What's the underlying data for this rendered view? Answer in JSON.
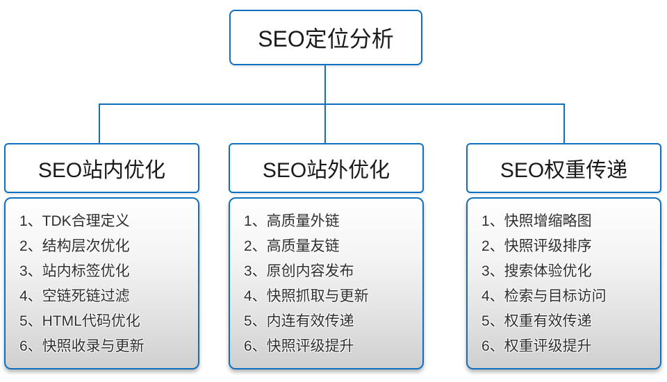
{
  "root": {
    "label": "SEO定位分析"
  },
  "columns": [
    {
      "title": "SEO站内优化",
      "items": [
        "1、TDK合理定义",
        "2、结构层次优化",
        "3、站内标签优化",
        "4、空链死链过滤",
        "5、HTML代码优化",
        "6、快照收录与更新"
      ]
    },
    {
      "title": "SEO站外优化",
      "items": [
        "1、高质量外链",
        "2、高质量友链",
        "3、原创内容发布",
        "4、快照抓取与更新",
        "5、内连有效传递",
        "6、快照评级提升"
      ]
    },
    {
      "title": "SEO权重传递",
      "items": [
        "1、快照增缩略图",
        "2、快照评级排序",
        "3、搜索体验优化",
        "4、检索与目标访问",
        "5、权重有效传递",
        "6、权重评级提升"
      ]
    }
  ],
  "colors": {
    "line_blue": "#0d6fbe",
    "text_dark": "#1a1a1a",
    "list_text": "#2e2e2e",
    "list_gradient_top": "#ffffff",
    "list_gradient_bottom": "#cfcfcf"
  }
}
